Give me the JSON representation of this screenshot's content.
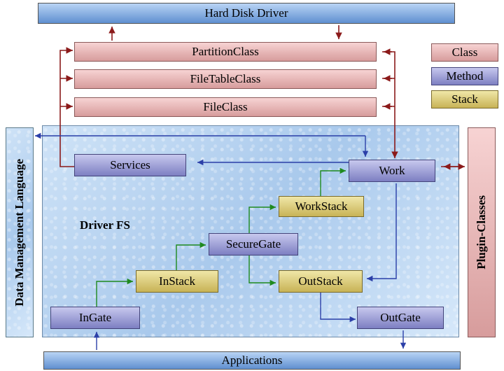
{
  "top": {
    "label": "Hard Disk Driver"
  },
  "bottom": {
    "label": "Applications"
  },
  "classes": {
    "partition": "PartitionClass",
    "filetable": "FileTableClass",
    "file": "FileClass"
  },
  "legend": {
    "class": "Class",
    "method": "Method",
    "stack": "Stack"
  },
  "left_panel": "Data Management Language",
  "right_panel": "Plugin-Classes",
  "fs": {
    "title": "Driver FS",
    "services": "Services",
    "work": "Work",
    "workstack": "WorkStack",
    "securegate": "SecureGate",
    "instack": "InStack",
    "outstack": "OutStack",
    "ingate": "InGate",
    "outgate": "OutGate"
  },
  "colors": {
    "dark_red_arrow": "#8b1a1a",
    "blue_arrow": "#2b3fa8",
    "green_arrow": "#1f8a1f"
  }
}
